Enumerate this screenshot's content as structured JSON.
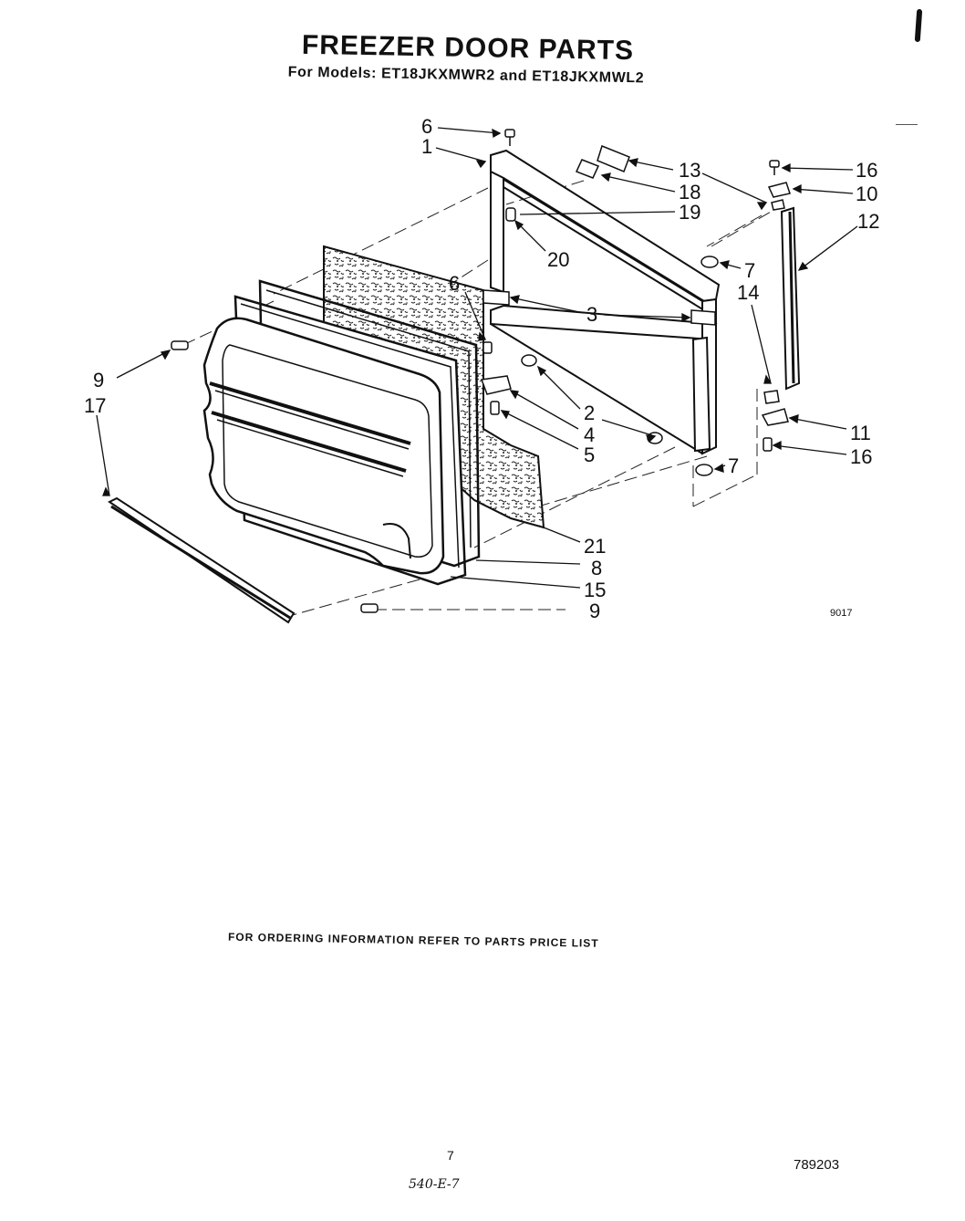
{
  "title": "FREEZER DOOR PARTS",
  "subtitle": "For Models: ET18JKXMWR2 and ET18JKXMWL2",
  "diagram_code": "9017",
  "callouts": [
    "6",
    "1",
    "13",
    "16",
    "18",
    "10",
    "19",
    "12",
    "20",
    "7",
    "6",
    "3",
    "14",
    "9",
    "17",
    "2",
    "4",
    "5",
    "11",
    "16",
    "7",
    "21",
    "8",
    "15",
    "9"
  ],
  "footer": {
    "ordering_note": "FOR ORDERING INFORMATION REFER TO PARTS PRICE LIST",
    "page_number": "7",
    "document_number": "789203",
    "handwritten_note": "540-E-7"
  }
}
